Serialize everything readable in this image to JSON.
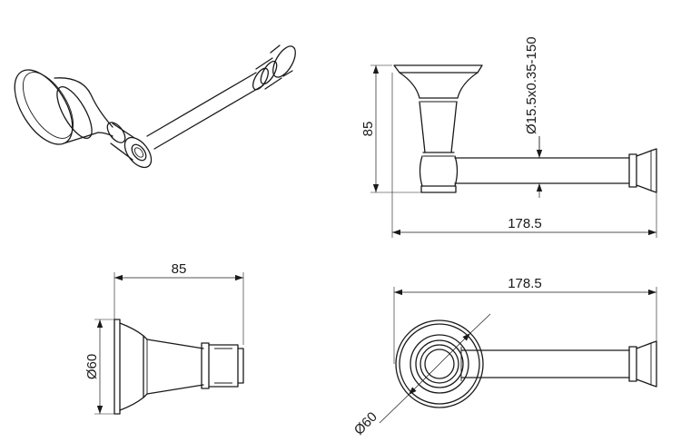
{
  "dimensions": {
    "side_height": "85",
    "rod_diameter": "Ø15.5x0.35-150",
    "side_length": "178.5",
    "front_depth": "85",
    "front_diameter": "Ø60",
    "top_length": "178.5",
    "top_diameter": "Ø60"
  }
}
